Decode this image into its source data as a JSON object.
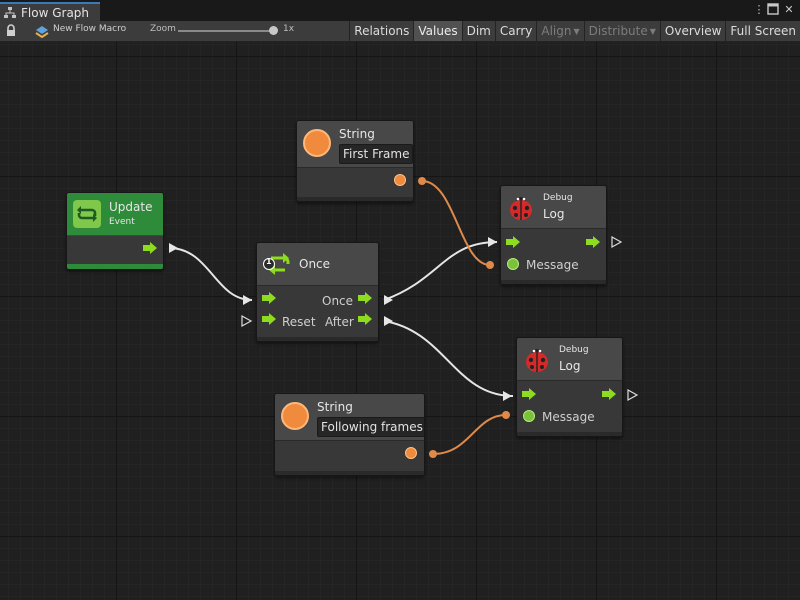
{
  "window": {
    "tab_title": "Flow Graph",
    "tab_icon": "flow-graph-icon",
    "menu_icon": "kebab-menu-icon",
    "maximize_icon": "maximize-icon",
    "close_icon": "close-icon"
  },
  "toolbar": {
    "macro_name": "New Flow Macro",
    "zoom_label": "Zoom",
    "zoom_value": "1x",
    "zoom_level": 1.0,
    "buttons": [
      {
        "label": "Relations",
        "state": "normal"
      },
      {
        "label": "Values",
        "state": "active"
      },
      {
        "label": "Dim",
        "state": "normal"
      },
      {
        "label": "Carry",
        "state": "normal"
      },
      {
        "label": "Align",
        "state": "disabled",
        "dropdown": true
      },
      {
        "label": "Distribute",
        "state": "disabled",
        "dropdown": true
      },
      {
        "label": "Overview",
        "state": "normal"
      },
      {
        "label": "Full Screen",
        "state": "normal"
      }
    ]
  },
  "nodes": {
    "update": {
      "title": "Update",
      "subtitle": "Event",
      "color": "#2e8b3a"
    },
    "once": {
      "title": "Once",
      "ports": {
        "in": "",
        "out_once": "Once",
        "reset": "Reset",
        "after": "After"
      },
      "badge": "1"
    },
    "string_first": {
      "title": "String",
      "value": "First Frame"
    },
    "string_following": {
      "title": "String",
      "value": "Following frames"
    },
    "debug_log_1": {
      "subtitle": "Debug",
      "title": "Log",
      "port_message": "Message"
    },
    "debug_log_2": {
      "subtitle": "Debug",
      "title": "Log",
      "port_message": "Message"
    }
  },
  "colors": {
    "accent_tab": "#3a79bb",
    "control_flow": "#8ddc1e",
    "string_port": "#f08a3c",
    "object_port": "#7ac23a",
    "edge_flow": "#e6e6e6",
    "edge_string": "#e08a4a"
  }
}
